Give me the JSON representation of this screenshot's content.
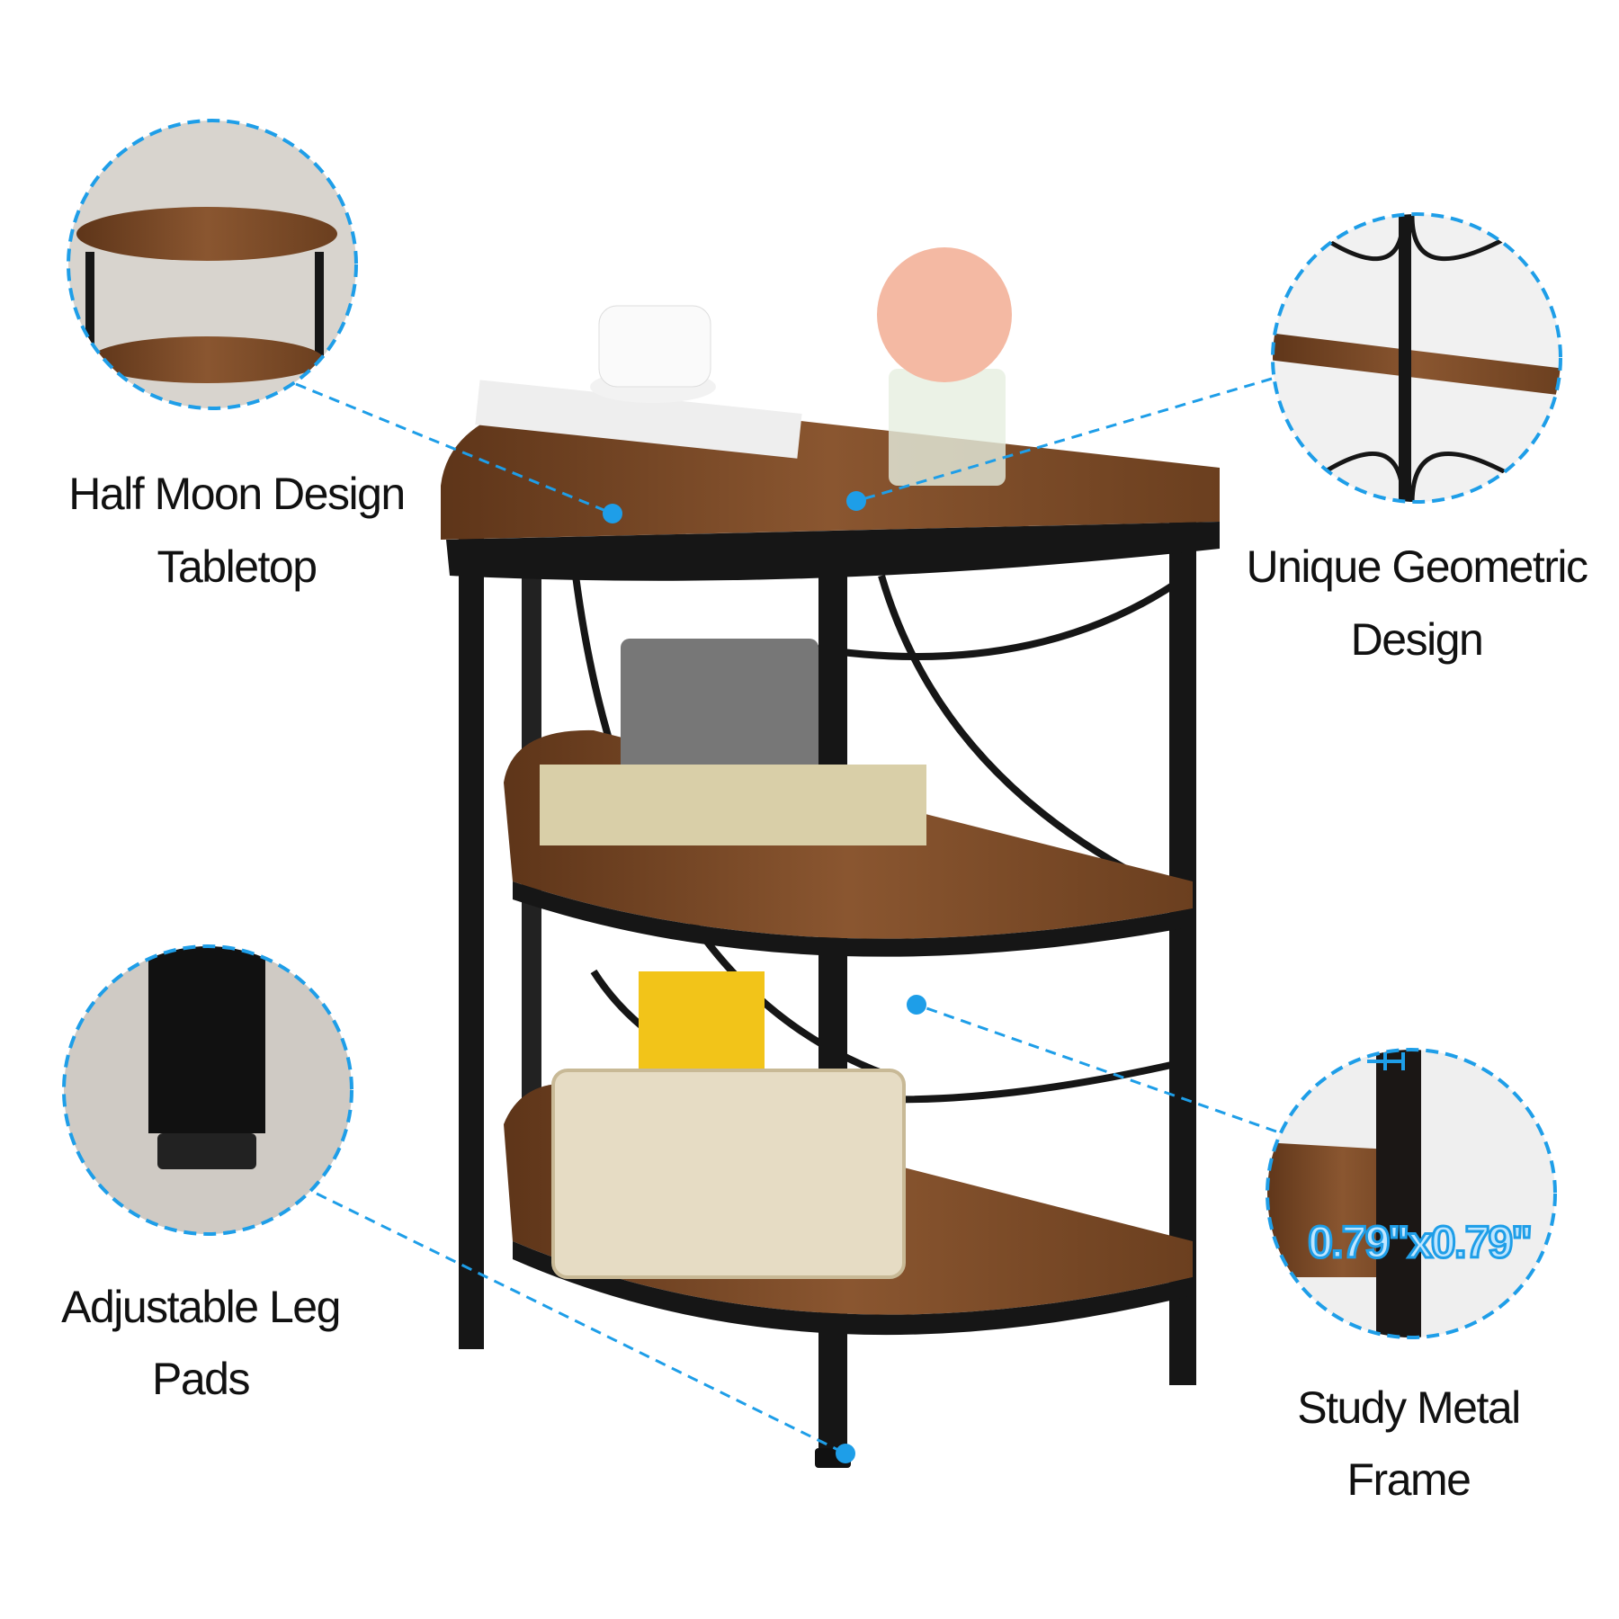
{
  "callouts": {
    "tabletop": {
      "line1": "Half Moon Design",
      "line2": "Tabletop"
    },
    "geometric": {
      "line1": "Unique Geometric",
      "line2": "Design"
    },
    "leg_pads": {
      "line1": "Adjustable Leg",
      "line2": "Pads"
    },
    "frame": {
      "line1": "Study Metal",
      "line2": "Frame",
      "dimension": "0.79\"x0.79\""
    }
  },
  "colors": {
    "accent": "#1e9ee8",
    "wood": "#7a4a26",
    "metal": "#161616"
  }
}
